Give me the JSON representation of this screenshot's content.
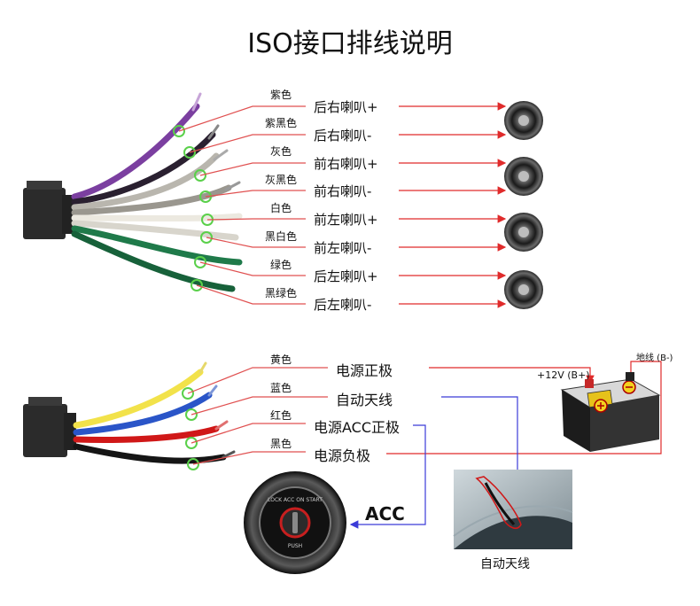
{
  "title": "ISO接口排线说明",
  "speaker_wiring": [
    {
      "wire_color": "紫色",
      "function": "后右喇叭+"
    },
    {
      "wire_color": "紫黑色",
      "function": "后右喇叭-"
    },
    {
      "wire_color": "灰色",
      "function": "前右喇叭+"
    },
    {
      "wire_color": "灰黑色",
      "function": "前右喇叭-"
    },
    {
      "wire_color": "白色",
      "function": "前左喇叭+"
    },
    {
      "wire_color": "黑白色",
      "function": "前左喇叭-"
    },
    {
      "wire_color": "绿色",
      "function": "后左喇叭+"
    },
    {
      "wire_color": "黑绿色",
      "function": "后左喇叭-"
    }
  ],
  "power_wiring": [
    {
      "wire_color": "黄色",
      "function": "电源正极"
    },
    {
      "wire_color": "蓝色",
      "function": "自动天线"
    },
    {
      "wire_color": "红色",
      "function": "电源ACC正极"
    },
    {
      "wire_color": "黑色",
      "function": "电源负极"
    }
  ],
  "battery": {
    "positive_label": "+12V (B+)",
    "ground_label": "地线 (B-)"
  },
  "acc_label": "ACC",
  "antenna_caption": "自动天线",
  "colors": {
    "purple": "#7b3fa0",
    "gray": "#b9b6ae",
    "white": "#ece9e0",
    "green": "#1f7a4a",
    "yellow": "#f2e24a",
    "blue": "#2a55c8",
    "red": "#d01818",
    "black": "#151515",
    "leader": "#e05050",
    "blue_line": "#3b3bd8"
  }
}
